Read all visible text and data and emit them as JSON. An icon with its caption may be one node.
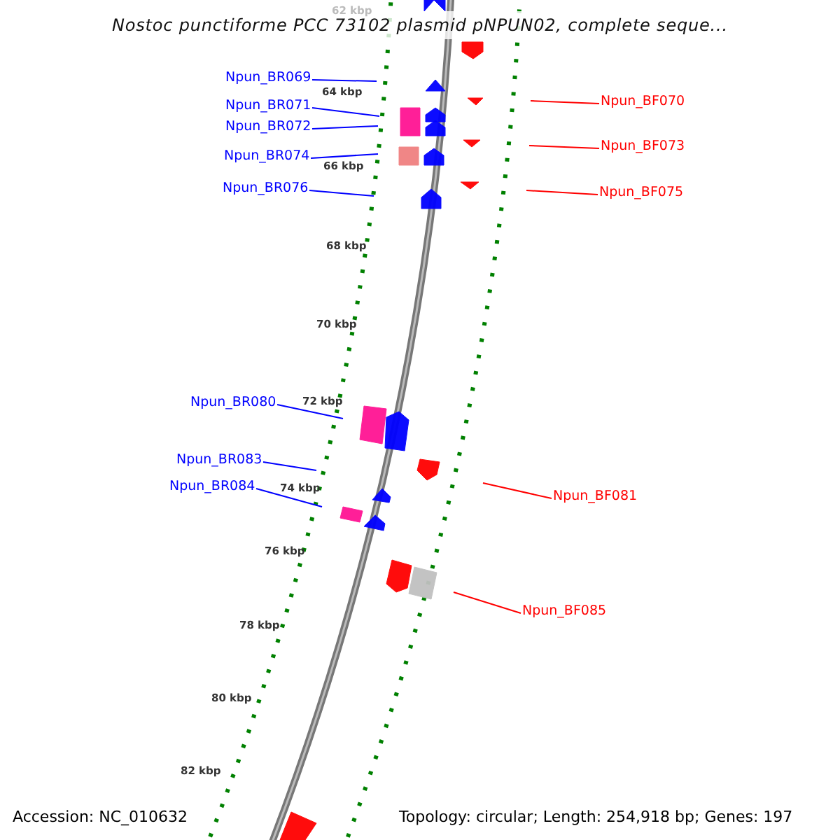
{
  "diagram": {
    "title": "Nostoc punctiforme PCC 73102 plasmid pNPUN02, complete seque...",
    "nodes": [
      {
        "text": [
          "Npun_BR069"
        ]
      },
      {
        "text": [
          "Npun_BR071"
        ]
      },
      {
        "text": [
          "Npun_BR072"
        ]
      },
      {
        "text": [
          "Npun_BR074"
        ]
      },
      {
        "text": [
          "Npun_BR076"
        ]
      },
      {
        "text": [
          "Npun_BR080"
        ]
      },
      {
        "text": [
          "Npun_BR083"
        ]
      },
      {
        "text": [
          "Npun_BR084"
        ]
      },
      {
        "text": [
          "Npun_BF070"
        ]
      },
      {
        "text": [
          "Npun_BF073"
        ]
      },
      {
        "text": [
          "Npun_BF075"
        ]
      },
      {
        "text": [
          "Npun_BF081"
        ]
      },
      {
        "text": [
          "Npun_BF085"
        ]
      }
    ],
    "edges": [
      {
        "from": 0,
        "to": null,
        "arrow": "none"
      },
      {
        "from": 1,
        "to": null,
        "arrow": "none"
      },
      {
        "from": 2,
        "to": null,
        "arrow": "none"
      },
      {
        "from": 3,
        "to": null,
        "arrow": "none"
      },
      {
        "from": 4,
        "to": null,
        "arrow": "none"
      },
      {
        "from": 5,
        "to": null,
        "arrow": "none"
      },
      {
        "from": 6,
        "to": null,
        "arrow": "none"
      },
      {
        "from": 7,
        "to": null,
        "arrow": "none"
      },
      {
        "from": 8,
        "to": null,
        "arrow": "none",
        "color": "#ff0000"
      },
      {
        "from": 9,
        "to": null,
        "arrow": "none",
        "color": "#ff0000"
      },
      {
        "from": 10,
        "to": null,
        "arrow": "none",
        "color": "#ff0000"
      },
      {
        "from": 11,
        "to": null,
        "arrow": "none",
        "color": "#ff0000"
      },
      {
        "from": 12,
        "to": null,
        "arrow": "none",
        "color": "#ff0000"
      }
    ],
    "labels": [
      "62 kbp",
      "64 kbp",
      "66 kbp",
      "68 kbp",
      "70 kbp",
      "72 kbp",
      "74 kbp",
      "76 kbp",
      "78 kbp",
      "80 kbp",
      "82 kbp",
      "Accession: NC_010632",
      "Topology: circular; Length: 254,918 bp; Genes: 197"
    ]
  }
}
